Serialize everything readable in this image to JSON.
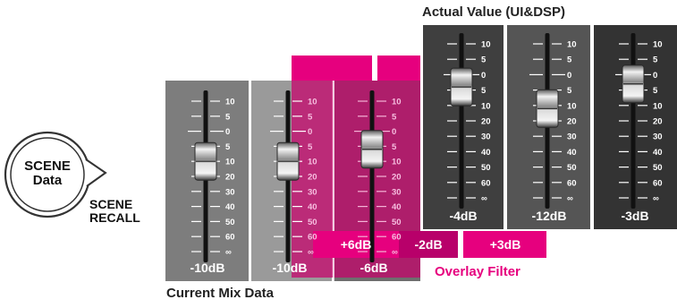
{
  "scene_bubble": {
    "line1": "SCENE",
    "line2": "Data"
  },
  "scene_recall": {
    "line1": "SCENE",
    "line2": "RECALL"
  },
  "labels": {
    "actual_value": "Actual Value (UI&DSP)",
    "current_mix": "Current Mix Data",
    "overlay_filter": "Overlay Filter"
  },
  "scale_marks": [
    "10",
    "5",
    "0",
    "5",
    "10",
    "20",
    "30",
    "40",
    "50",
    "60",
    "∞"
  ],
  "current_mix_faders": [
    {
      "value": "-10dB",
      "level_db": -10
    },
    {
      "value": "-10dB",
      "level_db": -10
    },
    {
      "value": "-6dB",
      "level_db": -6
    }
  ],
  "overlay_offsets": [
    "+6dB",
    "-2dB",
    "+3dB"
  ],
  "actual_faders": [
    {
      "value": "-4dB",
      "level_db": -4
    },
    {
      "value": "-12dB",
      "level_db": -12
    },
    {
      "value": "-3dB",
      "level_db": -3
    }
  ],
  "colors": {
    "overlay_pink": "#e6007e",
    "mix_panel_1": "#7d7d7d",
    "mix_panel_2": "#9a9a9a",
    "actual_panel": "#3f3f3f"
  }
}
